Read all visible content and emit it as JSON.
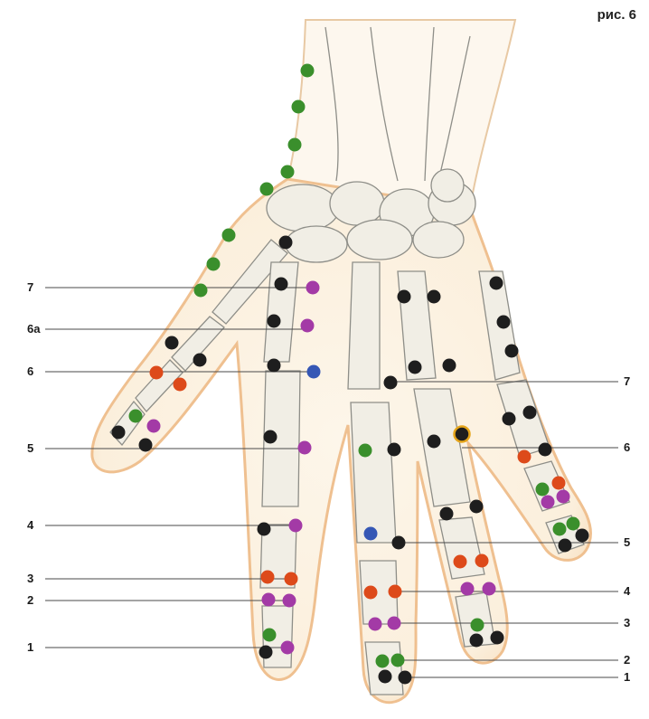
{
  "figure_label": "рис. 6",
  "colors": {
    "black": "#1e1e1e",
    "magenta": "#a33aa6",
    "green": "#3a8f2c",
    "orange": "#dd4a1a",
    "blue": "#3557b5",
    "skin_fill": "#fbf0df",
    "skin_edge": "#efc090",
    "bone_fill": "#f2efe6",
    "bone_line": "#8c8c86"
  },
  "left_labels": [
    "7",
    "6а",
    "6",
    "5",
    "4",
    "3",
    "2",
    "1"
  ],
  "right_labels": [
    "7",
    "6",
    "5",
    "4",
    "3",
    "2",
    "1"
  ]
}
